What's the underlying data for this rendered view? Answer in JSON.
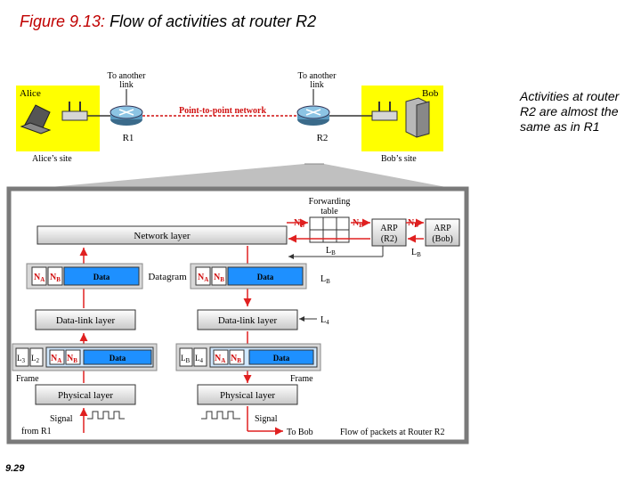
{
  "header": {
    "figure_number": "Figure 9.13:",
    "figure_title": "Flow of activities at router R2"
  },
  "sidebar_note": "Activities at router R2 are almost the same as in R1",
  "slide_number": "9.29",
  "network": {
    "alice": "Alice",
    "bob": "Bob",
    "r1": "R1",
    "r2": "R2",
    "to_another_link": "To another link",
    "p2p": "Point-to-point network",
    "alice_site": "Alice’s site",
    "bob_site": "Bob’s site"
  },
  "detail": {
    "forwarding_table": "Forwarding table",
    "network_layer": "Network layer",
    "arp_r2": "ARP (R2)",
    "arp_bob": "ARP (Bob)",
    "datagram": "Datagram",
    "data": "Data",
    "datalink_layer": "Data-link layer",
    "physical_layer": "Physical layer",
    "frame": "Frame",
    "signal": "Signal",
    "from_r1": "from R1",
    "to_bob": "To Bob",
    "flow_caption": "Flow of packets at Router R2"
  },
  "colors": {
    "site_yellow": "#ffff00",
    "packet_blue": "#1e90ff",
    "arrow_red": "#e02020",
    "link_red": "#d01010"
  }
}
